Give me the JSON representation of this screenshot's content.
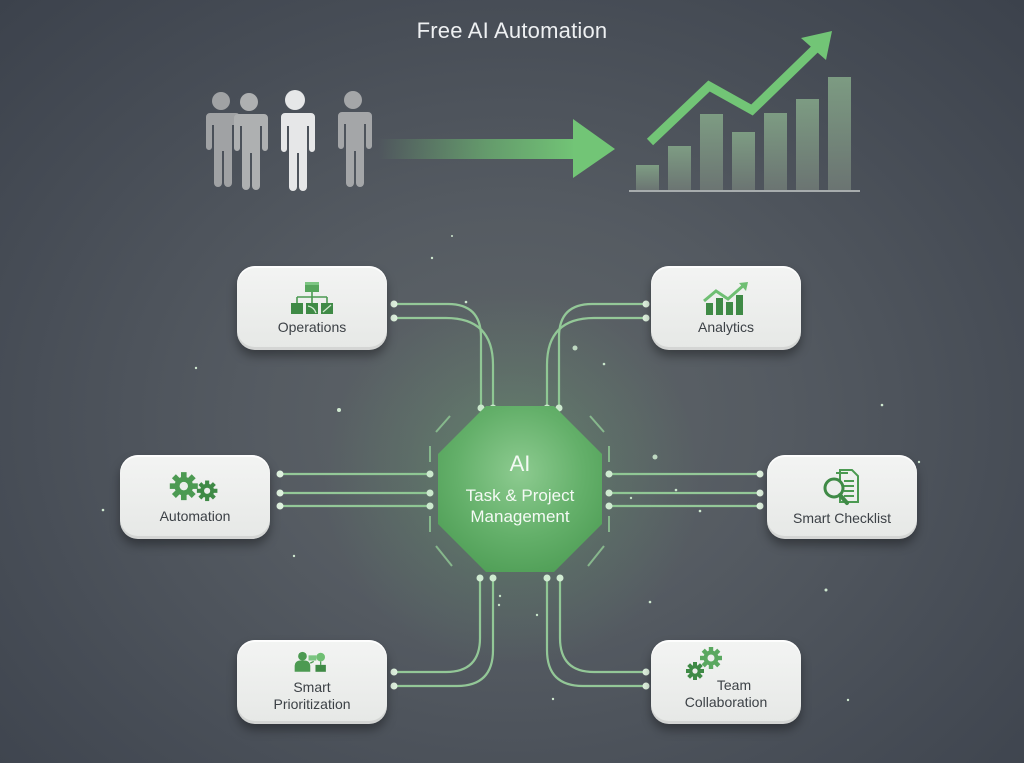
{
  "title": "Free AI Automation",
  "colors": {
    "background": "#4b5159",
    "accent_green": "#6fbf73",
    "hub_green": "#5aa860",
    "card_bg": "#eceeec",
    "card_text": "#3c4146",
    "icon_green": "#4c9a52"
  },
  "header_graphic": {
    "people_icon": "people-group-icon",
    "arrow_icon": "arrow-right-icon",
    "growth_chart_icon": "growth-bar-chart-icon"
  },
  "hub": {
    "line1": "AI",
    "line2": "Task & Project",
    "line3": "Management"
  },
  "nodes": [
    {
      "id": "operations",
      "label": "Operations",
      "icon": "org-chart-icon"
    },
    {
      "id": "analytics",
      "label": "Analytics",
      "icon": "analytics-chart-icon"
    },
    {
      "id": "automation",
      "label": "Automation",
      "icon": "gears-icon"
    },
    {
      "id": "smart-checklist",
      "label": "Smart Checklist",
      "icon": "document-search-icon"
    },
    {
      "id": "smart-prioritization",
      "label_line1": "Smart",
      "label_line2": "Prioritization",
      "icon": "people-prioritize-icon"
    },
    {
      "id": "team-collaboration",
      "label_line1": "Team",
      "label_line2": "Collaboration",
      "icon": "gears-icon"
    }
  ]
}
